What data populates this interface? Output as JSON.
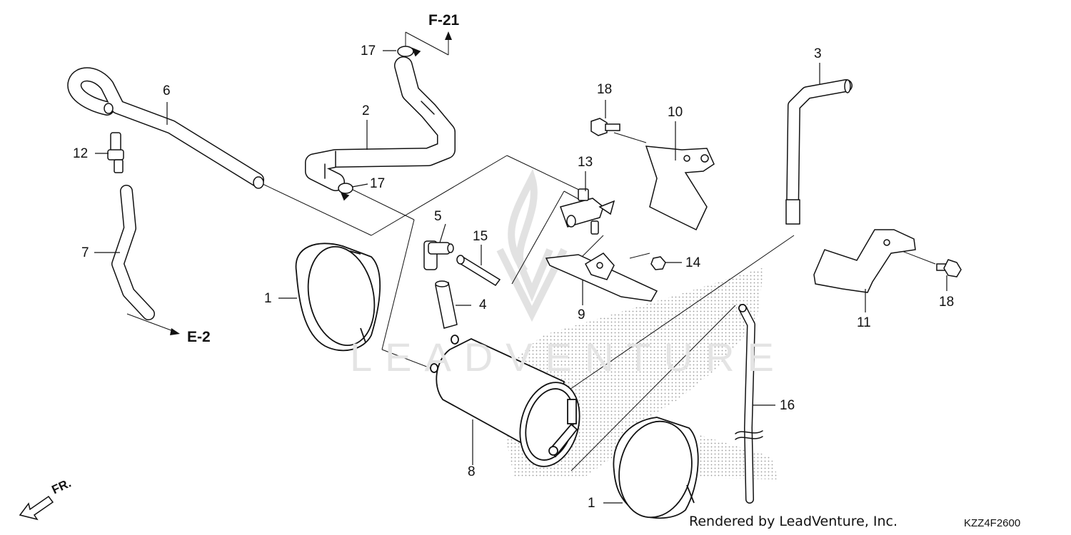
{
  "parts": {
    "p1_left": "1",
    "p1_right": "1",
    "p2": "2",
    "p3": "3",
    "p4": "4",
    "p5": "5",
    "p6": "6",
    "p7": "7",
    "p8": "8",
    "p9": "9",
    "p10": "10",
    "p11": "11",
    "p12": "12",
    "p13": "13",
    "p14": "14",
    "p15": "15",
    "p16": "16",
    "p17_top": "17",
    "p17_mid": "17",
    "p18_left": "18",
    "p18_right": "18"
  },
  "refs": {
    "f21": "F-21",
    "e2": "E-2",
    "front": "FR."
  },
  "watermark": "LEADVENTURE",
  "footer": {
    "credit": "Rendered by LeadVenture, Inc.",
    "code": "KZZ4F2600"
  }
}
